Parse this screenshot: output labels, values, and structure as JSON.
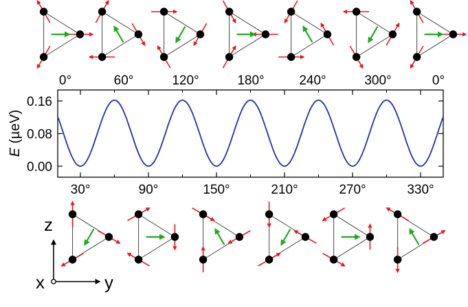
{
  "chart_data": {
    "type": "line",
    "ylabel_symbol": "E",
    "ylabel_unit": "(µeV)",
    "xlim": [
      10,
      350
    ],
    "ylim": [
      0.0,
      0.16
    ],
    "yticks": [
      "0.00",
      "0.08",
      "0.16"
    ],
    "xticks": [
      "30°",
      "90°",
      "150°",
      "210°",
      "270°",
      "330°"
    ],
    "top_angles": [
      "0°",
      "60°",
      "120°",
      "180°",
      "240°",
      "300°",
      "0°"
    ],
    "series": [
      {
        "x": [
          10,
          15,
          20,
          25,
          30,
          35,
          40,
          45,
          50,
          55,
          60,
          65,
          70,
          75,
          80,
          85,
          90,
          95,
          100,
          105,
          110,
          115,
          120,
          125,
          130,
          135,
          140,
          145,
          150,
          155,
          160,
          165,
          170,
          175,
          180,
          185,
          190,
          195,
          200,
          205,
          210,
          215,
          220,
          225,
          230,
          235,
          240,
          245,
          250,
          255,
          260,
          265,
          270,
          275,
          280,
          285,
          290,
          295,
          300,
          305,
          310,
          315,
          320,
          325,
          330,
          335,
          340,
          345,
          350
        ],
        "y": [
          0.143,
          0.106,
          0.06,
          0.019,
          0.0,
          0.019,
          0.06,
          0.106,
          0.143,
          0.162,
          0.143,
          0.106,
          0.06,
          0.019,
          0.0,
          0.019,
          0.06,
          0.106,
          0.143,
          0.162,
          0.143,
          0.106,
          0.06,
          0.019,
          0.0,
          0.019,
          0.06,
          0.106,
          0.143,
          0.162,
          0.143,
          0.106,
          0.06,
          0.019,
          0.0,
          0.019,
          0.06,
          0.106,
          0.143,
          0.162,
          0.143,
          0.106,
          0.06,
          0.019,
          0.0,
          0.019,
          0.06,
          0.106,
          0.143,
          0.162,
          0.143,
          0.106,
          0.06,
          0.019,
          0.0,
          0.019,
          0.06,
          0.106,
          0.143,
          0.162,
          0.143,
          0.106,
          0.06,
          0.019,
          0.0,
          0.019,
          0.06,
          0.106,
          0.143
        ]
      }
    ],
    "grid": false,
    "line_color": "#1f2fa8",
    "spin_color": "#e8141c",
    "moment_color": "#1faa1f"
  },
  "axes_labels": {
    "z": "z",
    "y": "y",
    "x": "x"
  }
}
